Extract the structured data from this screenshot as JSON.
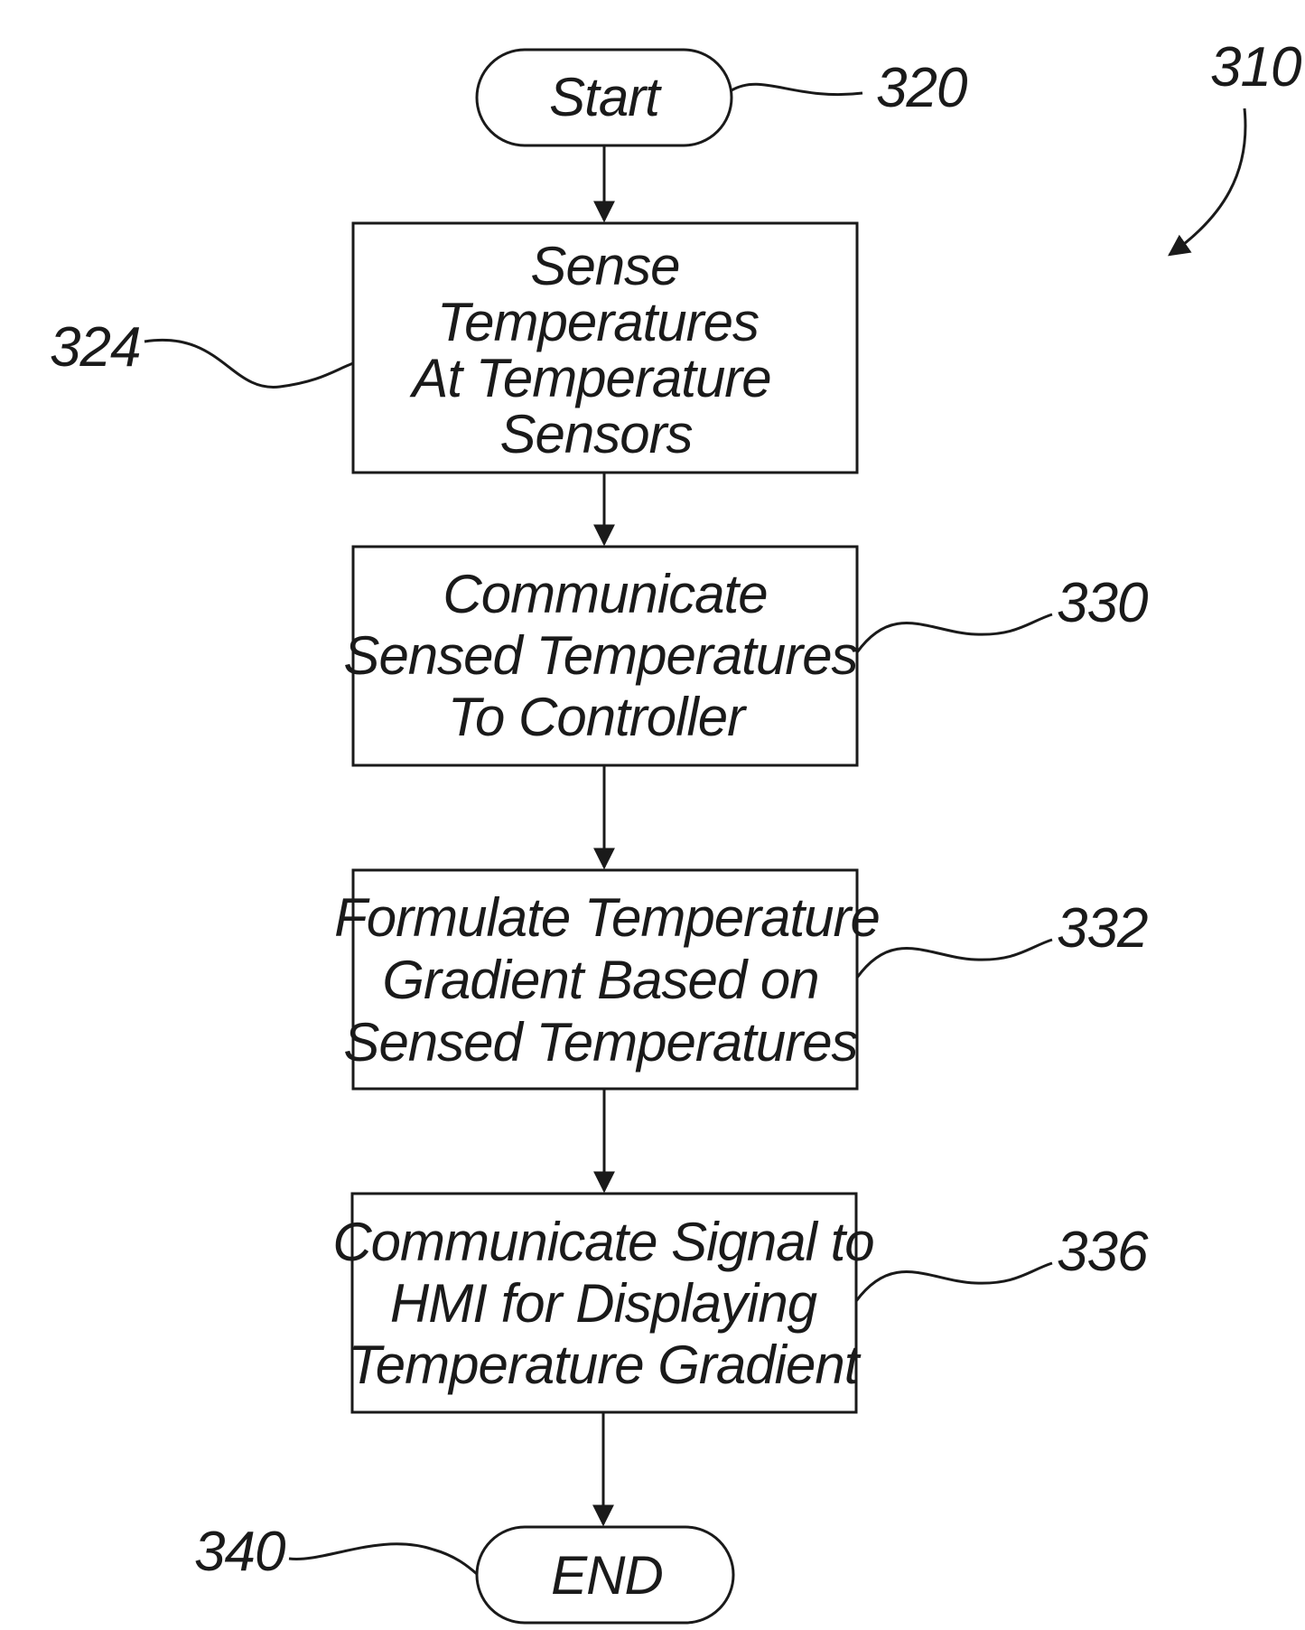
{
  "diagram_ref": "310",
  "nodes": {
    "start": {
      "ref": "320",
      "lines": [
        "Start"
      ]
    },
    "step_324": {
      "ref": "324",
      "lines": [
        "Sense",
        "Temperatures",
        "At Temperature",
        "Sensors"
      ]
    },
    "step_330": {
      "ref": "330",
      "lines": [
        "Communicate",
        "Sensed Temperatures",
        "To Controller"
      ]
    },
    "step_332": {
      "ref": "332",
      "lines": [
        "Formulate Temperature",
        "Gradient Based on",
        "Sensed Temperatures"
      ]
    },
    "step_336": {
      "ref": "336",
      "lines": [
        "Communicate Signal to",
        "HMI for Displaying",
        "Temperature Gradient"
      ]
    },
    "end": {
      "ref": "340",
      "lines": [
        "END"
      ]
    }
  },
  "colors": {
    "ink": "#1a1a1a",
    "background": "#ffffff"
  }
}
